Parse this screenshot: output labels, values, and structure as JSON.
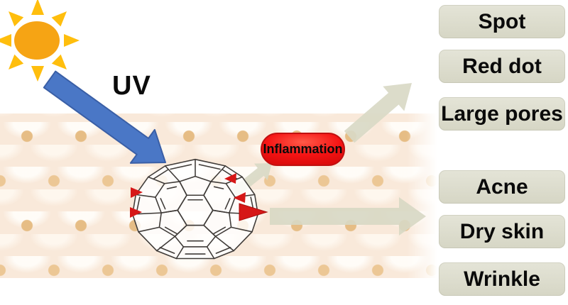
{
  "diagram": {
    "uv_label": "UV",
    "inflammation_label": "Inflammation",
    "effects": {
      "top": [
        {
          "label": "Spot"
        },
        {
          "label": "Red dot"
        },
        {
          "label": "Large pores"
        }
      ],
      "bottom": [
        {
          "label": "Acne"
        },
        {
          "label": "Dry skin"
        },
        {
          "label": "Wrinkle"
        }
      ]
    },
    "icons": [
      "sun-icon",
      "uv-arrow-icon",
      "fullerene-molecule-icon",
      "radical-arrow-icons",
      "release-arrow-icon",
      "inflammation-arrow-icon",
      "effect-arrow-up-icon",
      "effect-arrow-right-icon",
      "skin-cells-texture"
    ],
    "colors": {
      "sun_core": "#f6a414",
      "sun_rays": "#ffbe0d",
      "uv_arrow": "#4a77c6",
      "uv_arrow_edge": "#3a5fa6",
      "skin_base": "#f9e9da",
      "skin_dot": "#e6bd85",
      "inflammation_red": "#f51414",
      "effect_arrow_beige": "#d9d9c6",
      "label_box_beige": "#dcdccc",
      "molecule_line": "#3f3b38",
      "radical_arrow_red": "#d61717"
    }
  }
}
